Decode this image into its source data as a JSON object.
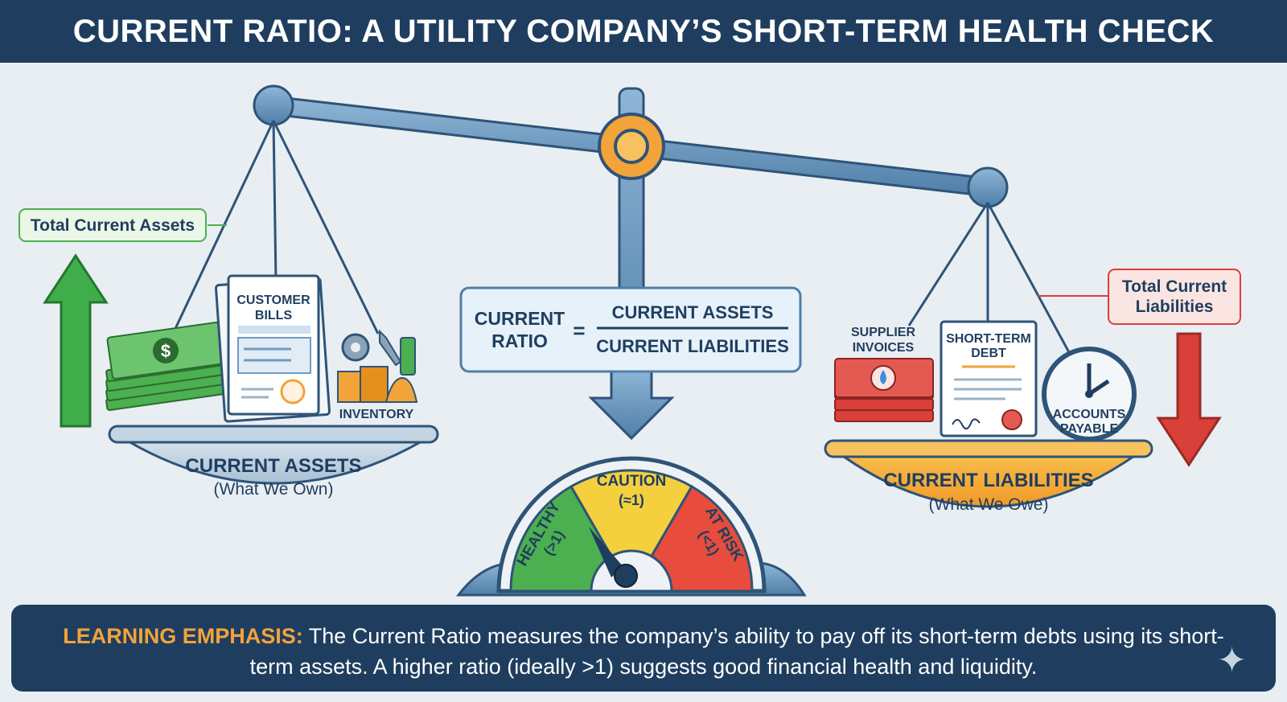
{
  "title": "CURRENT RATIO: A UTILITY COMPANY’S SHORT-TERM HEALTH CHECK",
  "left_callout": "Total Current Assets",
  "right_callout": {
    "line1": "Total Current",
    "line2": "Liabilities"
  },
  "formula": {
    "lhs_line1": "CURRENT",
    "lhs_line2": "RATIO",
    "equals": "=",
    "numerator": "CURRENT ASSETS",
    "denominator": "CURRENT LIABILITIES"
  },
  "left_pan": {
    "title": "CURRENT ASSETS",
    "subtitle": "(What We Own)",
    "items": {
      "bills_line1": "CUSTOMER",
      "bills_line2": "BILLS",
      "inventory": "INVENTORY"
    }
  },
  "right_pan": {
    "title": "CURRENT LIABILITIES",
    "subtitle": "(What We Owe)",
    "items": {
      "supplier_line1": "SUPPLIER",
      "supplier_line2": "INVOICES",
      "debt_line1": "SHORT-TERM",
      "debt_line2": "DEBT",
      "payable_line1": "ACCOUNTS",
      "payable_line2": "PAYABLE"
    }
  },
  "gauge": {
    "healthy": {
      "label": "HEALTHY",
      "range": "(>1)",
      "color": "#4caf50"
    },
    "caution": {
      "label": "CAUTION",
      "range": "(≈1)",
      "color": "#f4d03f"
    },
    "at_risk": {
      "label": "AT RISK",
      "range": "(<1)",
      "color": "#e74c3c"
    }
  },
  "footer": {
    "emphasis": "LEARNING EMPHASIS:",
    "text": " The Current Ratio measures the company’s ability to pay off its short-term debts using its short-term assets. A higher ratio (ideally >1) suggests good financial health and liquidity."
  },
  "colors": {
    "navy": "#1f3e5f",
    "accent_orange": "#f2a33a",
    "steel_blue": "#6e9cc2",
    "green_arrow": "#3fae4a",
    "red_arrow": "#d9403a"
  }
}
